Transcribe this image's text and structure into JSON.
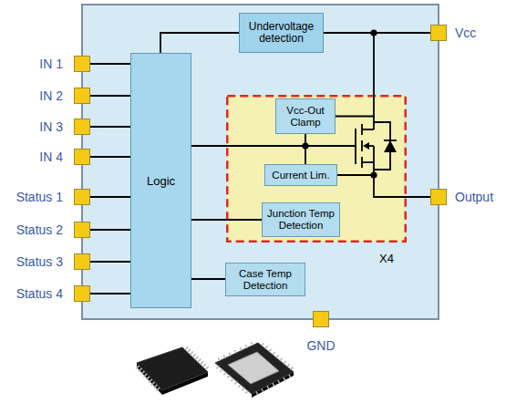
{
  "diagram": {
    "nodes": [
      {
        "text": [
          "IN 1"
        ]
      },
      {
        "text": [
          "IN 2"
        ]
      },
      {
        "text": [
          "IN 3"
        ]
      },
      {
        "text": [
          "IN 4"
        ]
      },
      {
        "text": [
          "Status 1"
        ]
      },
      {
        "text": [
          "Status 2"
        ]
      },
      {
        "text": [
          "Status 3"
        ]
      },
      {
        "text": [
          "Status 4"
        ]
      },
      {
        "text": [
          "Logic"
        ]
      },
      {
        "text": [
          "Undervoltage detection"
        ]
      },
      {
        "text": [
          "X4"
        ]
      },
      {
        "text": [
          "Vcc-Out Clamp"
        ],
        "in": 10
      },
      {
        "text": [
          "Current Lim."
        ],
        "in": 10
      },
      {
        "text": [
          "Junction Temp Detection"
        ],
        "in": 10
      },
      {
        "text": [
          "Case Temp Detection"
        ]
      },
      {
        "text": [
          "Vcc"
        ]
      },
      {
        "text": [
          "Output"
        ]
      },
      {
        "text": [
          "GND"
        ]
      }
    ],
    "edges": [
      {
        "from": 0,
        "to": 8,
        "arrow": "none"
      },
      {
        "from": 1,
        "to": 8,
        "arrow": "none"
      },
      {
        "from": 2,
        "to": 8,
        "arrow": "none"
      },
      {
        "from": 3,
        "to": 8,
        "arrow": "none"
      },
      {
        "from": 4,
        "to": 8,
        "arrow": "none"
      },
      {
        "from": 5,
        "to": 8,
        "arrow": "none"
      },
      {
        "from": 6,
        "to": 8,
        "arrow": "none"
      },
      {
        "from": 7,
        "to": 8,
        "arrow": "none"
      },
      {
        "from": 8,
        "to": 9,
        "arrow": "none"
      },
      {
        "from": 9,
        "to": 15,
        "arrow": "none"
      },
      {
        "from": 8,
        "to": 11,
        "arrow": "none"
      },
      {
        "from": 8,
        "to": 12,
        "arrow": "none"
      },
      {
        "from": 11,
        "to": 15,
        "arrow": "none"
      },
      {
        "from": 12,
        "to": 16,
        "arrow": "none"
      },
      {
        "from": 8,
        "to": 13,
        "arrow": "none"
      },
      {
        "from": 8,
        "to": 14,
        "arrow": "none"
      }
    ]
  }
}
